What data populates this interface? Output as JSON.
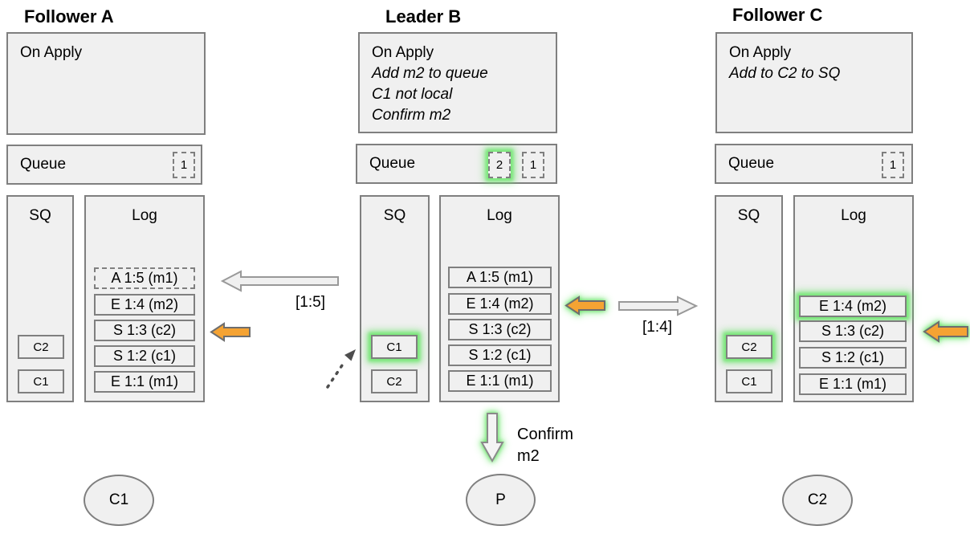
{
  "diagram": {
    "nodes": [
      {
        "title": "Follower A",
        "on_apply": {
          "title": "On Apply",
          "notes": []
        },
        "queue": {
          "label": "Queue",
          "slots": [
            {
              "value": "1",
              "highlighted": false
            }
          ]
        },
        "sq": {
          "label": "SQ",
          "items": [
            {
              "value": "C2",
              "highlighted": false
            },
            {
              "value": "C1",
              "highlighted": false
            }
          ]
        },
        "log": {
          "label": "Log",
          "entries": [
            {
              "text": "A 1:5 (m1)",
              "border": "dashed",
              "highlighted": false
            },
            {
              "text": "E 1:4 (m2)",
              "border": "solid",
              "highlighted": false
            },
            {
              "text": "S 1:3 (c2)",
              "border": "solid",
              "highlighted": false
            },
            {
              "text": "S 1:2 (c1)",
              "border": "solid",
              "highlighted": false
            },
            {
              "text": "E 1:1 (m1)",
              "border": "solid",
              "highlighted": false
            }
          ]
        },
        "client": {
          "label": "C1"
        }
      },
      {
        "title": "Leader B",
        "on_apply": {
          "title": "On Apply",
          "notes": [
            "Add m2 to queue",
            "C1 not local",
            "Confirm m2"
          ]
        },
        "queue": {
          "label": "Queue",
          "slots": [
            {
              "value": "2",
              "highlighted": true
            },
            {
              "value": "1",
              "highlighted": false
            }
          ]
        },
        "sq": {
          "label": "SQ",
          "items": [
            {
              "value": "C1",
              "highlighted": true
            },
            {
              "value": "C2",
              "highlighted": false
            }
          ]
        },
        "log": {
          "label": "Log",
          "entries": [
            {
              "text": "A 1:5 (m1)",
              "border": "solid",
              "highlighted": false
            },
            {
              "text": "E 1:4 (m2)",
              "border": "solid",
              "highlighted": false
            },
            {
              "text": "S 1:3 (c2)",
              "border": "solid",
              "highlighted": false
            },
            {
              "text": "S 1:2 (c1)",
              "border": "solid",
              "highlighted": false
            },
            {
              "text": "E 1:1 (m1)",
              "border": "solid",
              "highlighted": false
            }
          ]
        },
        "client": {
          "label": "P"
        }
      },
      {
        "title": "Follower C",
        "on_apply": {
          "title": "On Apply",
          "notes": [
            "Add to C2 to SQ"
          ]
        },
        "queue": {
          "label": "Queue",
          "slots": [
            {
              "value": "1",
              "highlighted": false
            }
          ]
        },
        "sq": {
          "label": "SQ",
          "items": [
            {
              "value": "C2",
              "highlighted": true
            },
            {
              "value": "C1",
              "highlighted": false
            }
          ]
        },
        "log": {
          "label": "Log",
          "entries": [
            {
              "text": "E 1:4 (m2)",
              "border": "solid",
              "highlighted": true
            },
            {
              "text": "S 1:3 (c2)",
              "border": "solid",
              "highlighted": false
            },
            {
              "text": "S 1:2 (c1)",
              "border": "solid",
              "highlighted": false
            },
            {
              "text": "E 1:1 (m1)",
              "border": "solid",
              "highlighted": false
            }
          ]
        },
        "client": {
          "label": "C2"
        }
      }
    ],
    "messages": {
      "replicate_to_a": {
        "label": "[1:5]"
      },
      "replicate_to_c": {
        "label": "[1:4]"
      },
      "confirm": {
        "line1": "Confirm",
        "line2": "m2"
      }
    },
    "colors": {
      "box_fill": "#F0F0F0",
      "box_border": "#7F7F7F",
      "arrow_orange": "#F5A333",
      "arrow_orange_stroke": "#6E6E6E",
      "highlight_green": "#66DF66",
      "arrow_gray_fill": "#F0F0F0",
      "arrow_gray_stroke": "#999999",
      "dotted_arrow": "#4D4D4D"
    }
  }
}
